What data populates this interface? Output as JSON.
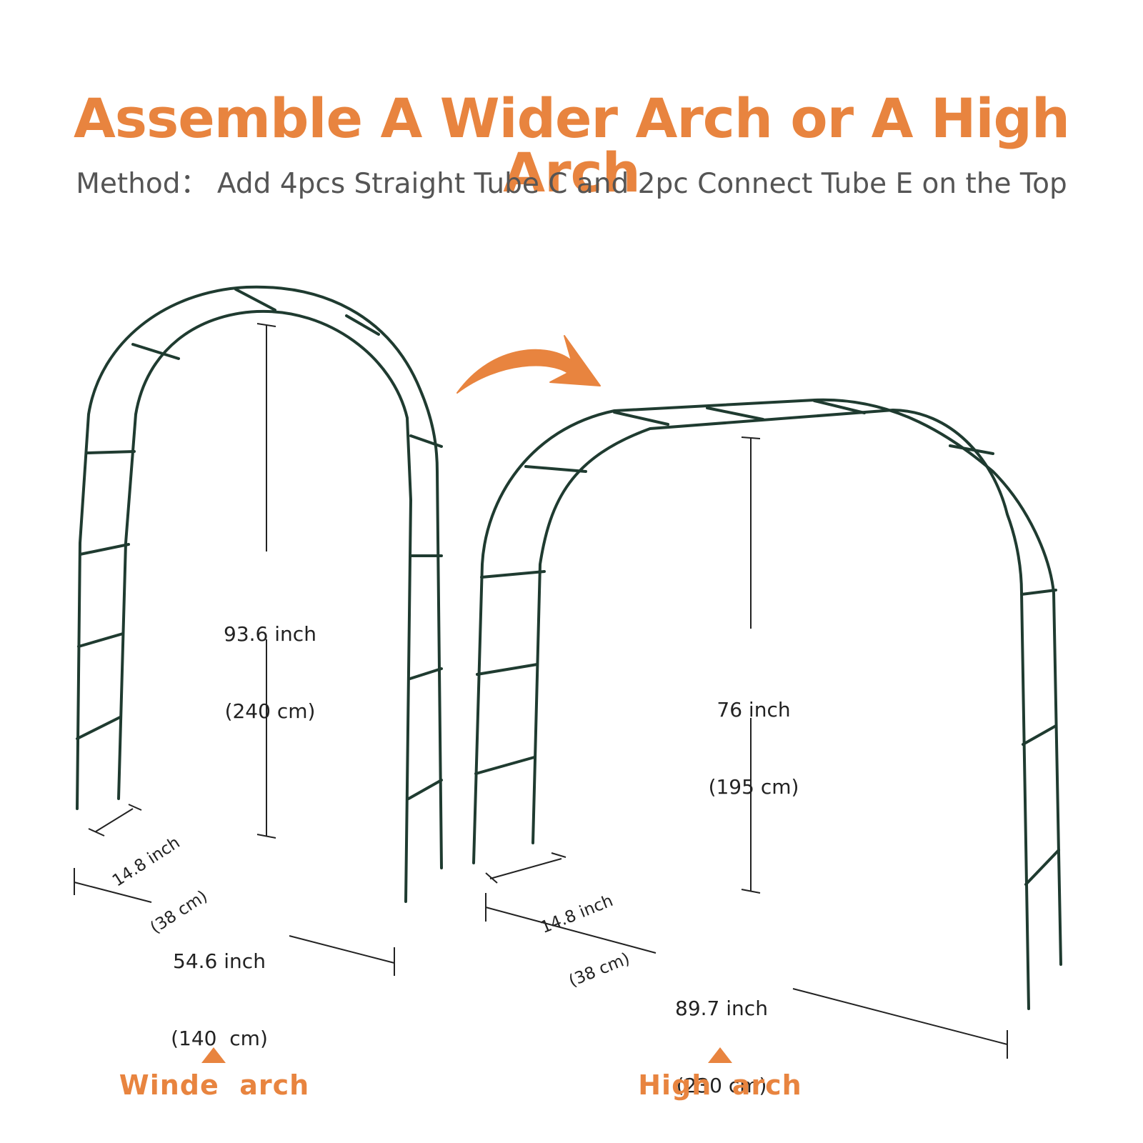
{
  "title": "Assemble A Wider Arch or A High Arch",
  "subtitle": "Method： Add 4pcs Straight Tube C and 2pc Connect Tube E on the Top",
  "colors": {
    "accent": "#e8843f",
    "tube": "#1f3b30",
    "dim_line": "#222222",
    "subtitle": "#555555"
  },
  "arrow_icon": "curved-arrow-right",
  "left_arch": {
    "height_inch": "93.6 inch",
    "height_cm": "(240 cm)",
    "depth_inch": "14.8 inch",
    "depth_cm": "(38 cm)",
    "width_inch": "54.6 inch",
    "width_cm": "(140  cm)",
    "caption": "Winde  arch"
  },
  "right_arch": {
    "height_inch": "76 inch",
    "height_cm": "(195 cm)",
    "depth_inch": "14.8 inch",
    "depth_cm": "(38 cm)",
    "width_inch": "89.7 inch",
    "width_cm": "(230 cm)",
    "caption": "High  arch"
  }
}
